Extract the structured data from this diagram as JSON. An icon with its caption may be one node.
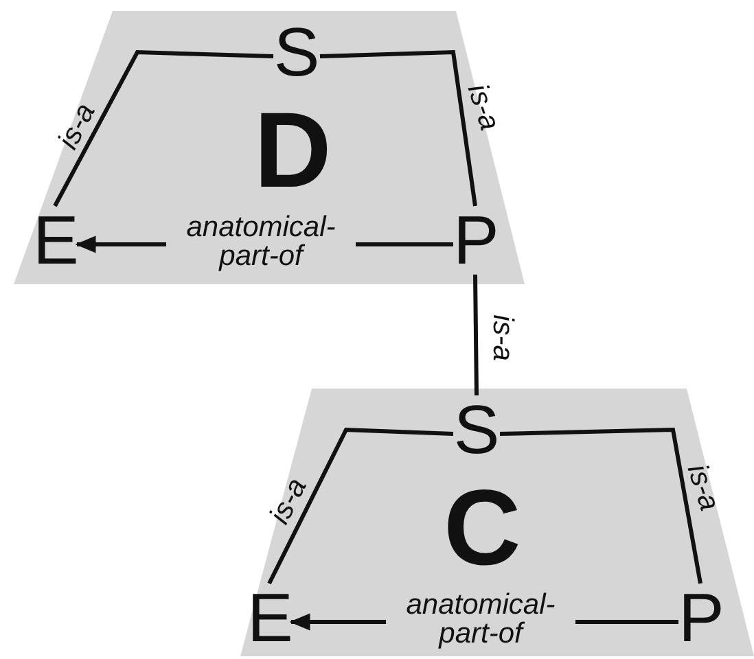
{
  "diagram": {
    "nodes": [
      {
        "text": [
          "D"
        ]
      },
      {
        "text": [
          "S"
        ],
        "in": 0
      },
      {
        "text": [
          "E"
        ],
        "in": 0
      },
      {
        "text": [
          "P"
        ],
        "in": 0
      },
      {
        "text": [
          "C"
        ]
      },
      {
        "text": [
          "S"
        ],
        "in": 4
      },
      {
        "text": [
          "E"
        ],
        "in": 4
      },
      {
        "text": [
          "P"
        ],
        "in": 4
      }
    ],
    "edges": [
      {
        "from": 2,
        "to": 1,
        "arrow": "none",
        "label": "is-a"
      },
      {
        "from": 3,
        "to": 1,
        "arrow": "none",
        "label": "is-a"
      },
      {
        "from": 3,
        "to": 2,
        "arrow": "to",
        "label": "anatomical-part-of"
      },
      {
        "from": 5,
        "to": 3,
        "arrow": "none",
        "label": "is-a"
      },
      {
        "from": 6,
        "to": 5,
        "arrow": "none",
        "label": "is-a"
      },
      {
        "from": 7,
        "to": 5,
        "arrow": "none",
        "label": "is-a"
      },
      {
        "from": 7,
        "to": 6,
        "arrow": "to",
        "label": "anatomical-part-of"
      }
    ]
  }
}
